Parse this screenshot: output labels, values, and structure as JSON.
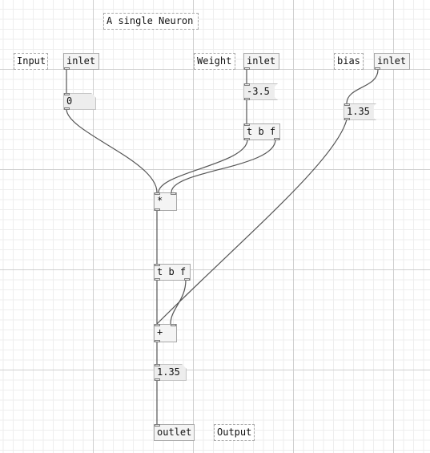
{
  "title": "A single Neuron",
  "labels": {
    "input": "Input",
    "weight": "Weight",
    "bias": "bias",
    "output": "Output"
  },
  "objects": {
    "inlet_input": "inlet",
    "inlet_weight": "inlet",
    "inlet_bias": "inlet",
    "num_input": "0",
    "msg_weight": "-3.5",
    "msg_bias": "1.35",
    "trigger_weight": "t b f",
    "multiply": "*",
    "trigger_sum": "t b f",
    "add": "+",
    "num_output": "1.35",
    "outlet": "outlet"
  },
  "colors": {
    "wire": "#555555",
    "grid_major": "#cfcfcf",
    "grid_minor": "#eeeeee"
  }
}
